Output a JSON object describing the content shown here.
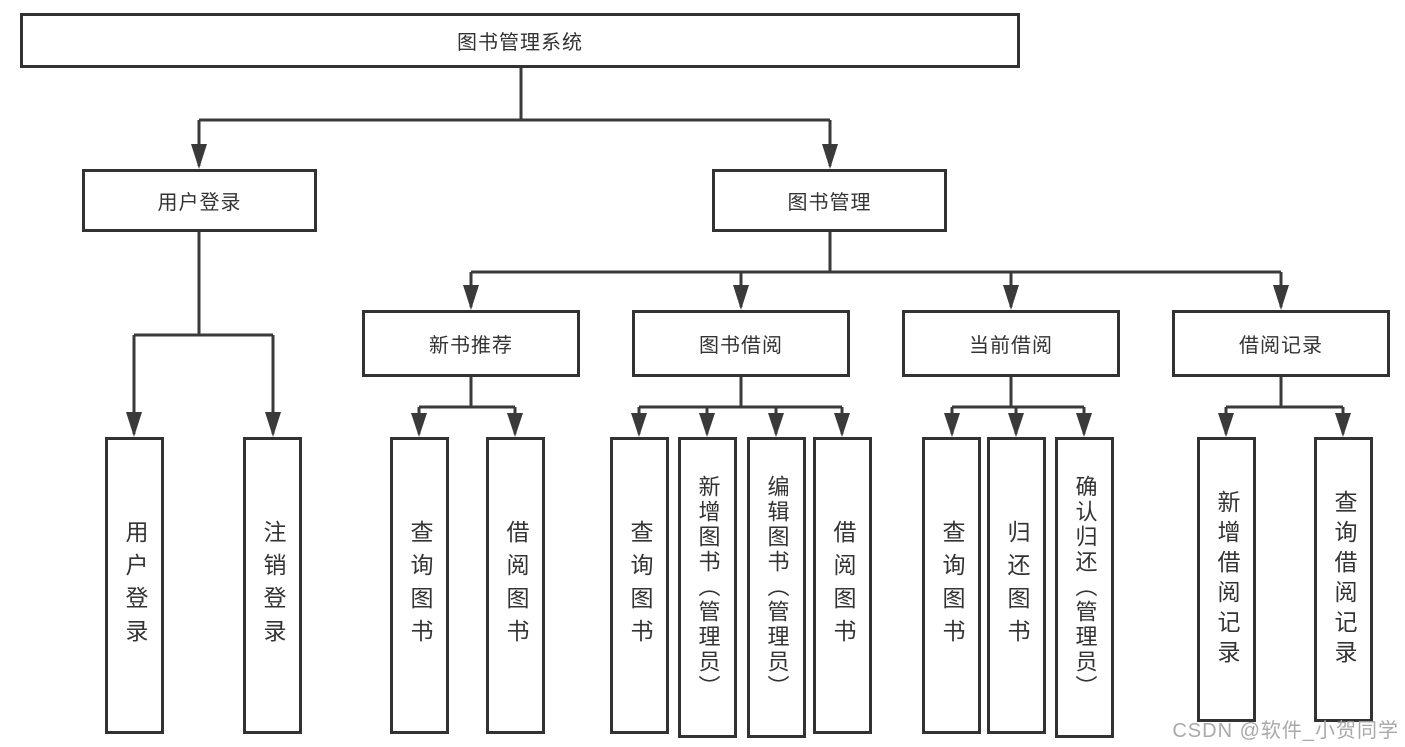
{
  "diagram": {
    "root": {
      "label": "图书管理系统"
    },
    "branches": [
      {
        "label": "用户登录",
        "children": [
          {
            "label": "用户登录"
          },
          {
            "label": "注销登录"
          }
        ]
      },
      {
        "label": "图书管理",
        "sections": [
          {
            "label": "新书推荐",
            "children": [
              {
                "label": "查询图书"
              },
              {
                "label": "借阅图书"
              }
            ]
          },
          {
            "label": "图书借阅",
            "children": [
              {
                "label": "查询图书"
              },
              {
                "label": "新增图书（管理员）"
              },
              {
                "label": "编辑图书（管理员）"
              },
              {
                "label": "借阅图书"
              }
            ]
          },
          {
            "label": "当前借阅",
            "children": [
              {
                "label": "查询图书"
              },
              {
                "label": "归还图书"
              },
              {
                "label": "确认归还（管理员）"
              }
            ]
          },
          {
            "label": "借阅记录",
            "children": [
              {
                "label": "新增借阅记录"
              },
              {
                "label": "查询借阅记录"
              }
            ]
          }
        ]
      }
    ]
  },
  "watermark": {
    "text": "CSDN @软件_小贺同学"
  },
  "colors": {
    "line": "#3a3a3a",
    "box_border": "#323232",
    "text": "#333333",
    "background": "#ffffff",
    "watermark": "#a9a9a9"
  }
}
